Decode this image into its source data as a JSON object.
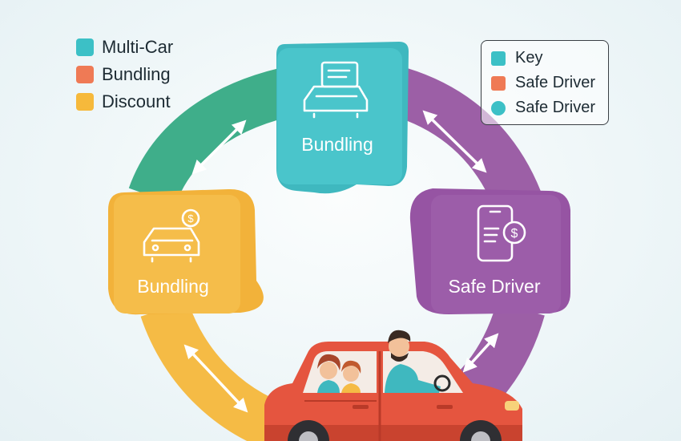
{
  "legend_left": {
    "items": [
      {
        "label": "Multi-Car",
        "color": "#3cc0c6"
      },
      {
        "label": "Bundling",
        "color": "#ef7a55"
      },
      {
        "label": "Discount",
        "color": "#f6b93b"
      }
    ]
  },
  "legend_right": {
    "items": [
      {
        "label": "Key",
        "color": "#3cc0c6",
        "shape": "square"
      },
      {
        "label": "Safe Driver",
        "color": "#ef7a55",
        "shape": "square"
      },
      {
        "label": "Safe Driver",
        "color": "#3cc0c6",
        "shape": "circle"
      }
    ]
  },
  "nodes": {
    "top": {
      "label": "Bundling",
      "color": "#47c2c8",
      "icon": "car-with-document-icon"
    },
    "left": {
      "label": "Bundling",
      "color": "#f5bb45",
      "icon": "car-with-coin-icon"
    },
    "right": {
      "label": "Safe Driver",
      "color": "#9a5aa5",
      "icon": "phone-with-dollar-icon"
    }
  },
  "ring_colors": {
    "top_left": "#3fae8a",
    "top_right": "#9c5fa6",
    "bottom_left": "#f5bb45",
    "bottom_right": "#9c5fa6"
  },
  "illustration": {
    "name": "family-car-illustration",
    "car_color": "#e5553f"
  }
}
